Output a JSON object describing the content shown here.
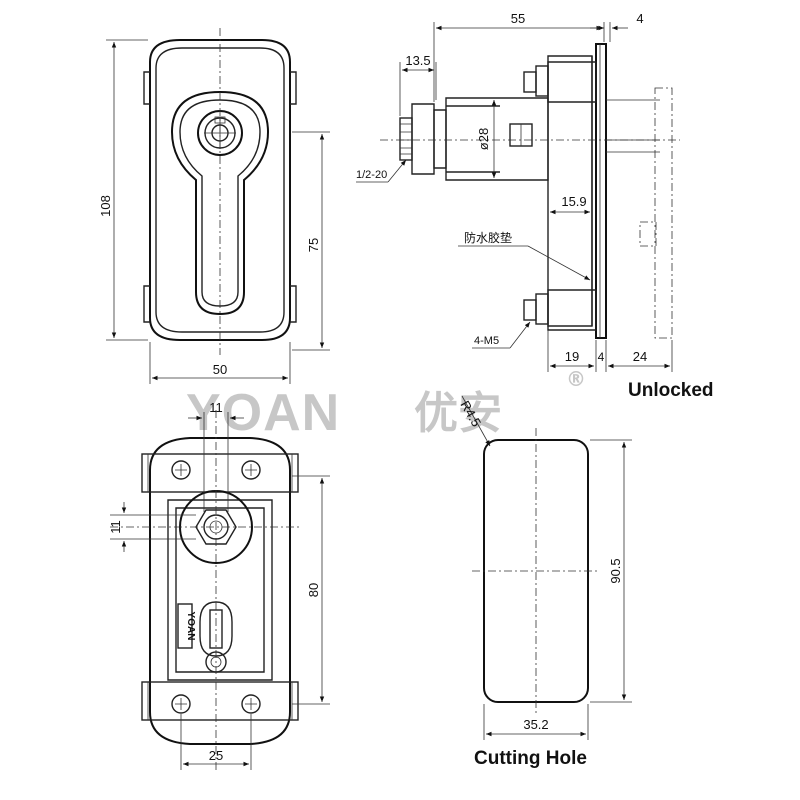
{
  "front_view": {
    "height": "108",
    "slot_length": "75",
    "width": "50"
  },
  "side_view": {
    "depth": "55",
    "plate": "4",
    "nut_offset": "13.5",
    "diameter": "ø28",
    "thread": "1/2-20",
    "offset": "15.9",
    "gasket": "防水胶垫",
    "screws": "4-M5",
    "bottom_a": "19",
    "bottom_b": "4",
    "bottom_c": "24"
  },
  "status_label": "Unlocked",
  "watermark": {
    "brand": "YOAN",
    "chinese": "优安",
    "mark": "®"
  },
  "rear_view": {
    "top_width": "11",
    "side_height": "11",
    "mount_height": "80",
    "bottom_width": "25",
    "logo": "YOAN"
  },
  "cutting_hole": {
    "radius": "R4.5",
    "height": "90.5",
    "width": "35.2",
    "label": "Cutting Hole"
  }
}
